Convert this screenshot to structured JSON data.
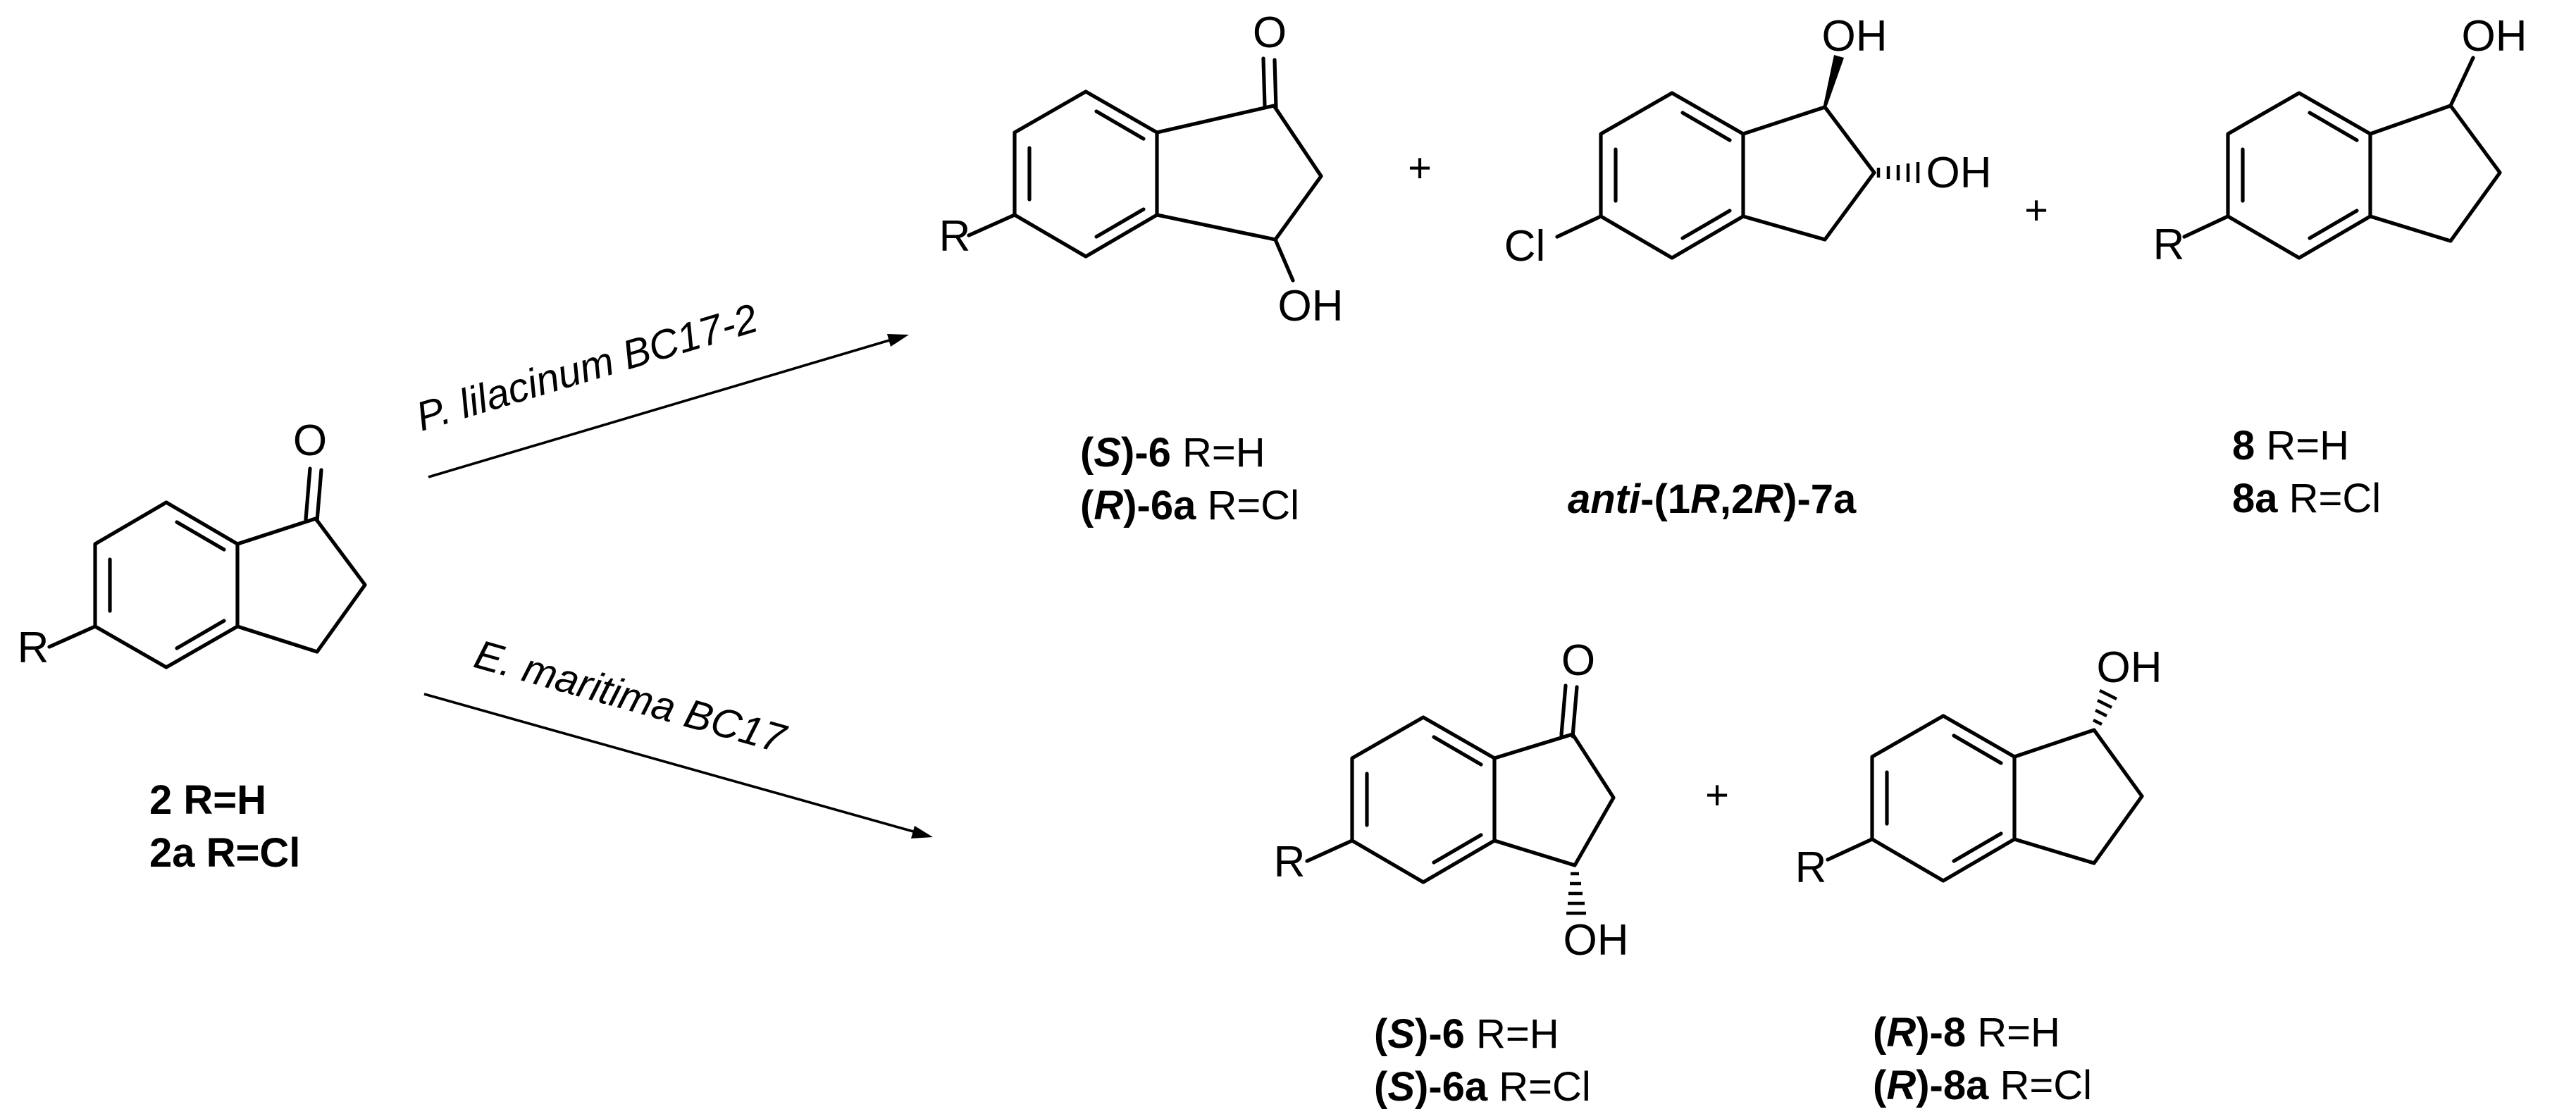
{
  "reagents": {
    "upper": "P. lilacinum BC17-2",
    "lower": "E. maritima BC17"
  },
  "atoms": {
    "O": "O",
    "OH": "OH",
    "R": "R",
    "Cl": "Cl"
  },
  "plus": "+",
  "labels": {
    "s2": {
      "l1_a": "2 R=H",
      "l2_a": "2a R=Cl"
    },
    "s6_top": {
      "l1_a": "(",
      "l1_b": "S",
      "l1_c": ")-6",
      "l1_d": " R=H",
      "l2_a": "(",
      "l2_b": "R",
      "l2_c": ")-6a",
      "l2_d": " R=Cl"
    },
    "s7a": {
      "a": "anti",
      "b": "-(1",
      "c": "R",
      "d": ",2",
      "e": "R",
      "f": ")-7a"
    },
    "s8": {
      "l1_a": "8",
      "l1_b": " R=H",
      "l2_a": "8a",
      "l2_b": " R=Cl"
    },
    "s6_bottom": {
      "l1_a": "(",
      "l1_b": "S",
      "l1_c": ")-6",
      "l1_d": " R=H",
      "l2_a": "(",
      "l2_b": "S",
      "l2_c": ")-6a",
      "l2_d": " R=Cl"
    },
    "s8_bottom": {
      "l1_a": "(",
      "l1_b": "R",
      "l1_c": ")-8",
      "l1_d": " R=H",
      "l2_a": "(",
      "l2_b": "R",
      "l2_c": ")-8a",
      "l2_d": " R=Cl"
    }
  }
}
